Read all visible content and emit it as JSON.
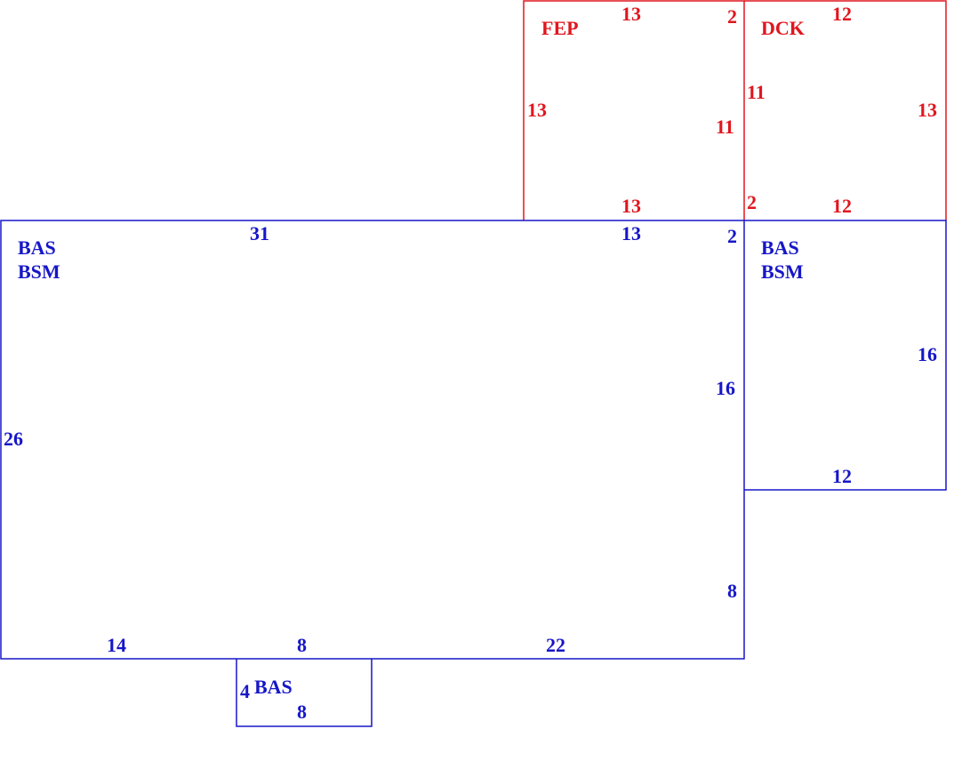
{
  "colors": {
    "upper": "#e0161e",
    "lower": "#1616c8",
    "background": "#ffffff"
  },
  "areas": {
    "fep": {
      "labels": [
        "FEP"
      ],
      "dims": {
        "top": "13",
        "top_right": "2",
        "left": "13",
        "right": "11",
        "bottom": "13"
      }
    },
    "dck": {
      "labels": [
        "DCK"
      ],
      "dims": {
        "top": "12",
        "left": "11",
        "bottom_left": "2",
        "right": "13",
        "bottom": "12"
      }
    },
    "main": {
      "labels": [
        "BAS",
        "BSM"
      ],
      "dims": {
        "top": "31",
        "top_right": "13",
        "top_corner": "2",
        "left": "26",
        "right_upper": "16",
        "right_lower": "8",
        "bottom_left": "14",
        "bottom_mid": "8",
        "bottom_right": "22"
      }
    },
    "east": {
      "labels": [
        "BAS",
        "BSM"
      ],
      "dims": {
        "right": "16",
        "bottom": "12"
      }
    },
    "small": {
      "labels": [
        "BAS"
      ],
      "dims": {
        "left": "4",
        "bottom": "8"
      }
    }
  }
}
